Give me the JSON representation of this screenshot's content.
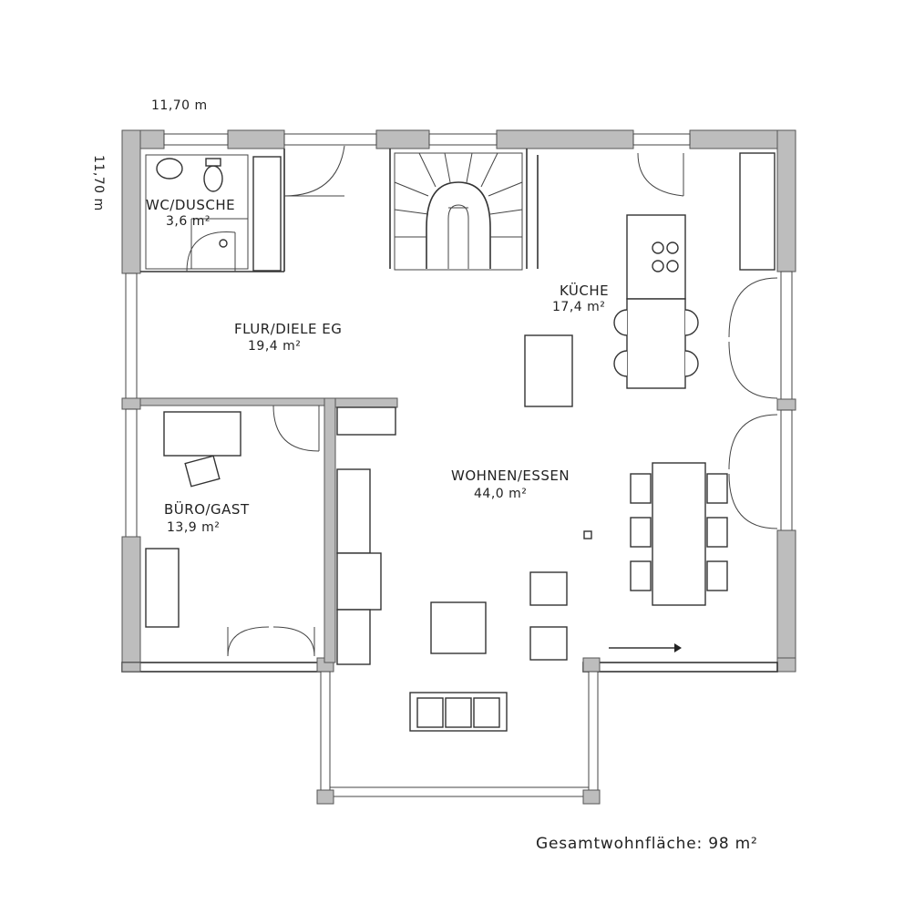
{
  "dimensions": {
    "width_label": "11,70 m",
    "height_label": "11,70 m"
  },
  "rooms": [
    {
      "id": "wc",
      "name": "WC/DUSCHE",
      "area": "3,6 m²"
    },
    {
      "id": "flur",
      "name": "FLUR/DIELE EG",
      "area": "19,4 m²"
    },
    {
      "id": "kueche",
      "name": "KÜCHE",
      "area": "17,4 m²"
    },
    {
      "id": "buero",
      "name": "BÜRO/GAST",
      "area": "13,9 m²"
    },
    {
      "id": "wohnen",
      "name": "WOHNEN/ESSEN",
      "area": "44,0 m²"
    }
  ],
  "total_area": "Gesamtwohnfläche: 98 m²",
  "colors": {
    "wall_fill": "#bdbdbd",
    "line": "#333333",
    "background": "#ffffff"
  }
}
